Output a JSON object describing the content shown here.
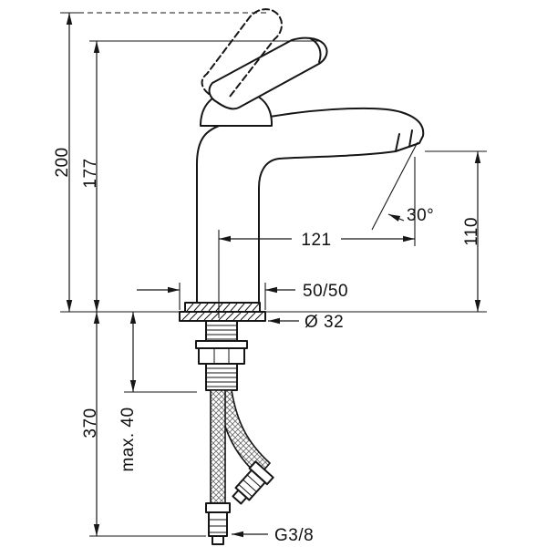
{
  "drawing": {
    "labels": {
      "total_height": "200",
      "height_to_handle": "177",
      "spout_reach": "121",
      "base_offset": "50/50",
      "hole_diameter": "Ø 32",
      "outlet_angle": "30°",
      "outlet_height": "110",
      "hose_length": "370",
      "max_mounting_thickness": "max. 40",
      "connection_thread": "G3/8"
    }
  }
}
